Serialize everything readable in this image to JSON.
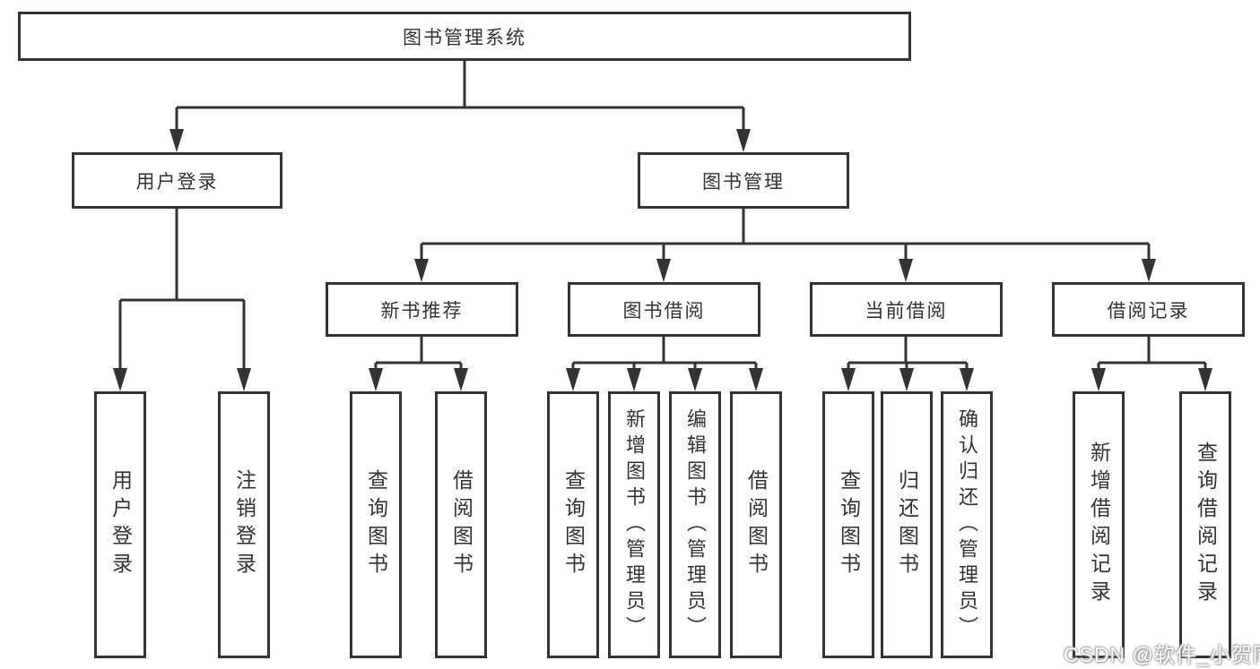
{
  "watermark": "CSDN @软件_小贺同学",
  "colors": {
    "line": "#333333",
    "text": "#333333",
    "background": "#ffffff"
  },
  "tree": {
    "root": "图书管理系统",
    "branches": [
      {
        "label": "用户登录",
        "children": [
          "用户登录",
          "注销登录"
        ]
      },
      {
        "label": "图书管理",
        "groups": [
          {
            "label": "新书推荐",
            "children": [
              "查询图书",
              "借阅图书"
            ]
          },
          {
            "label": "图书借阅",
            "children": [
              "查询图书",
              "新增图书（管理员）",
              "编辑图书（管理员）",
              "借阅图书"
            ]
          },
          {
            "label": "当前借阅",
            "children": [
              "查询图书",
              "归还图书",
              "确认归还（管理员）"
            ]
          },
          {
            "label": "借阅记录",
            "children": [
              "新增借阅记录",
              "查询借阅记录"
            ]
          }
        ]
      }
    ]
  }
}
